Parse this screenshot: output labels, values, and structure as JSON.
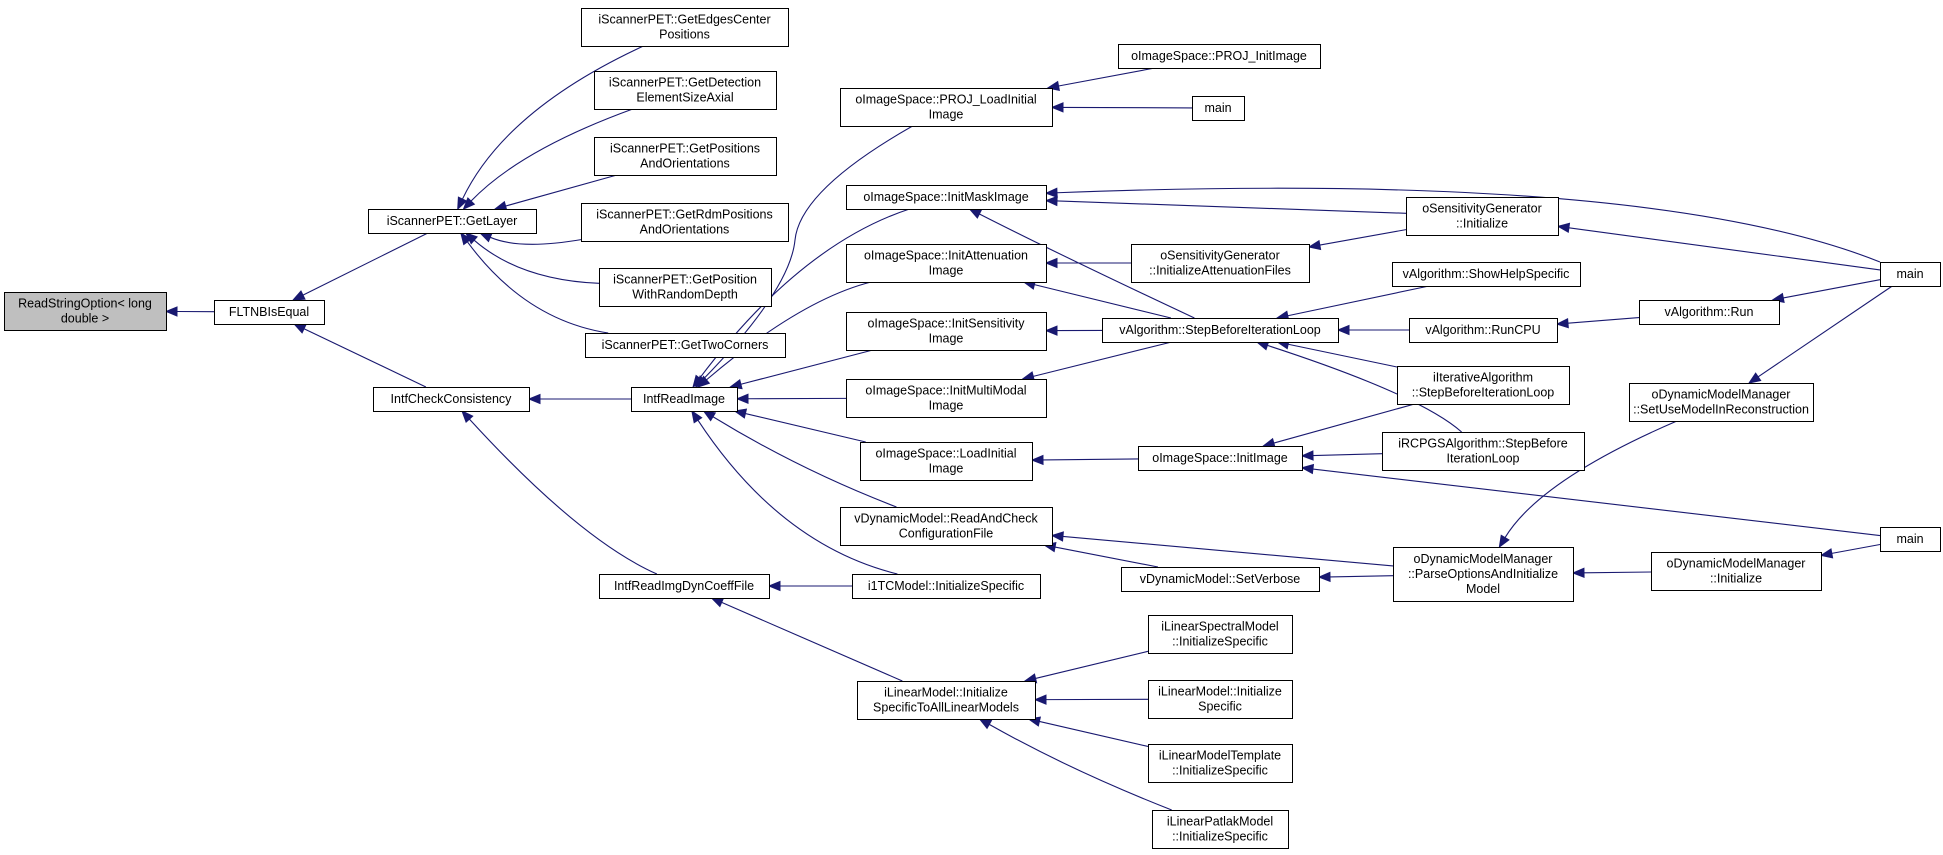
{
  "diagram": {
    "type": "doxygen-caller-graph",
    "colors": {
      "edge": "#191970",
      "root_fill": "#bfbfbf",
      "node_fill": "#ffffff",
      "node_border": "#000000"
    },
    "nodes": [
      {
        "id": "n0",
        "lines": [
          "ReadStringOption< long",
          "double >"
        ],
        "root": true
      },
      {
        "id": "n1",
        "lines": [
          "FLTNBIsEqual"
        ]
      },
      {
        "id": "n2",
        "lines": [
          "iScannerPET::GetLayer"
        ]
      },
      {
        "id": "n3",
        "lines": [
          "IntfCheckConsistency"
        ]
      },
      {
        "id": "n4",
        "lines": [
          "iScannerPET::GetEdgesCenter",
          "Positions"
        ]
      },
      {
        "id": "n5",
        "lines": [
          "iScannerPET::GetDetection",
          "ElementSizeAxial"
        ]
      },
      {
        "id": "n6",
        "lines": [
          "iScannerPET::GetPositions",
          "AndOrientations"
        ]
      },
      {
        "id": "n7",
        "lines": [
          "iScannerPET::GetRdmPositions",
          "AndOrientations"
        ]
      },
      {
        "id": "n8",
        "lines": [
          "iScannerPET::GetPosition",
          "WithRandomDepth"
        ]
      },
      {
        "id": "n9",
        "lines": [
          "iScannerPET::GetTwoCorners"
        ]
      },
      {
        "id": "n10",
        "lines": [
          "IntfReadImage"
        ]
      },
      {
        "id": "n11",
        "lines": [
          "IntfReadImgDynCoeffFile"
        ]
      },
      {
        "id": "n12",
        "lines": [
          "oImageSpace::PROJ_LoadInitial",
          "Image"
        ]
      },
      {
        "id": "n13",
        "lines": [
          "oImageSpace::InitMaskImage"
        ]
      },
      {
        "id": "n14",
        "lines": [
          "oImageSpace::InitAttenuation",
          "Image"
        ]
      },
      {
        "id": "n15",
        "lines": [
          "oImageSpace::InitSensitivity",
          "Image"
        ]
      },
      {
        "id": "n16",
        "lines": [
          "oImageSpace::InitMultiModal",
          "Image"
        ]
      },
      {
        "id": "n17",
        "lines": [
          "oImageSpace::LoadInitial",
          "Image"
        ]
      },
      {
        "id": "n18",
        "lines": [
          "vDynamicModel::ReadAndCheck",
          "ConfigurationFile"
        ]
      },
      {
        "id": "n19",
        "lines": [
          "i1TCModel::InitializeSpecific"
        ]
      },
      {
        "id": "n20",
        "lines": [
          "iLinearModel::Initialize",
          "SpecificToAllLinearModels"
        ]
      },
      {
        "id": "n21",
        "lines": [
          "oImageSpace::PROJ_InitImage"
        ]
      },
      {
        "id": "n22",
        "lines": [
          "main"
        ]
      },
      {
        "id": "n23",
        "lines": [
          "oSensitivityGenerator",
          "::InitializeAttenuationFiles"
        ]
      },
      {
        "id": "n24",
        "lines": [
          "vAlgorithm::StepBeforeIterationLoop"
        ]
      },
      {
        "id": "n25",
        "lines": [
          "oImageSpace::InitImage"
        ]
      },
      {
        "id": "n26",
        "lines": [
          "vDynamicModel::SetVerbose"
        ]
      },
      {
        "id": "n27",
        "lines": [
          "iLinearSpectralModel",
          "::InitializeSpecific"
        ]
      },
      {
        "id": "n28",
        "lines": [
          "iLinearModel::Initialize",
          "Specific"
        ]
      },
      {
        "id": "n29",
        "lines": [
          "iLinearModelTemplate",
          "::InitializeSpecific"
        ]
      },
      {
        "id": "n30",
        "lines": [
          "iLinearPatlakModel",
          "::InitializeSpecific"
        ]
      },
      {
        "id": "n31",
        "lines": [
          "oSensitivityGenerator",
          "::Initialize"
        ]
      },
      {
        "id": "n32",
        "lines": [
          "vAlgorithm::ShowHelpSpecific"
        ]
      },
      {
        "id": "n33",
        "lines": [
          "vAlgorithm::RunCPU"
        ]
      },
      {
        "id": "n34",
        "lines": [
          "iIterativeAlgorithm",
          "::StepBeforeIterationLoop"
        ]
      },
      {
        "id": "n35",
        "lines": [
          "iRCPGSAlgorithm::StepBefore",
          "IterationLoop"
        ]
      },
      {
        "id": "n36",
        "lines": [
          "oDynamicModelManager",
          "::ParseOptionsAndInitialize",
          "Model"
        ]
      },
      {
        "id": "n37",
        "lines": [
          "vAlgorithm::Run"
        ]
      },
      {
        "id": "n38",
        "lines": [
          "oDynamicModelManager",
          "::SetUseModelInReconstruction"
        ]
      },
      {
        "id": "n39",
        "lines": [
          "oDynamicModelManager",
          "::Initialize"
        ]
      },
      {
        "id": "n40",
        "lines": [
          "main"
        ]
      },
      {
        "id": "n41",
        "lines": [
          "main"
        ]
      }
    ],
    "edges": [
      [
        "n1",
        "n0"
      ],
      [
        "n2",
        "n1"
      ],
      [
        "n3",
        "n1"
      ],
      [
        "n4",
        "n2"
      ],
      [
        "n5",
        "n2"
      ],
      [
        "n6",
        "n2"
      ],
      [
        "n7",
        "n2"
      ],
      [
        "n8",
        "n2"
      ],
      [
        "n9",
        "n2"
      ],
      [
        "n10",
        "n3"
      ],
      [
        "n11",
        "n3"
      ],
      [
        "n12",
        "n10"
      ],
      [
        "n13",
        "n10"
      ],
      [
        "n14",
        "n10"
      ],
      [
        "n15",
        "n10"
      ],
      [
        "n16",
        "n10"
      ],
      [
        "n17",
        "n10"
      ],
      [
        "n18",
        "n10"
      ],
      [
        "n19",
        "n10"
      ],
      [
        "n19",
        "n11"
      ],
      [
        "n20",
        "n11"
      ],
      [
        "n21",
        "n12"
      ],
      [
        "n22",
        "n12"
      ],
      [
        "n40",
        "n13"
      ],
      [
        "n31",
        "n13"
      ],
      [
        "n24",
        "n13"
      ],
      [
        "n23",
        "n14"
      ],
      [
        "n24",
        "n14"
      ],
      [
        "n24",
        "n15"
      ],
      [
        "n24",
        "n16"
      ],
      [
        "n25",
        "n17"
      ],
      [
        "n36",
        "n18"
      ],
      [
        "n26",
        "n18"
      ],
      [
        "n36",
        "n26"
      ],
      [
        "n27",
        "n20"
      ],
      [
        "n28",
        "n20"
      ],
      [
        "n29",
        "n20"
      ],
      [
        "n30",
        "n20"
      ],
      [
        "n31",
        "n23"
      ],
      [
        "n32",
        "n24"
      ],
      [
        "n33",
        "n24"
      ],
      [
        "n34",
        "n24"
      ],
      [
        "n35",
        "n24"
      ],
      [
        "n34",
        "n25"
      ],
      [
        "n35",
        "n25"
      ],
      [
        "n41",
        "n25"
      ],
      [
        "n40",
        "n31"
      ],
      [
        "n37",
        "n33"
      ],
      [
        "n40",
        "n37"
      ],
      [
        "n40",
        "n38"
      ],
      [
        "n38",
        "n36"
      ],
      [
        "n39",
        "n36"
      ],
      [
        "n41",
        "n39"
      ]
    ]
  }
}
